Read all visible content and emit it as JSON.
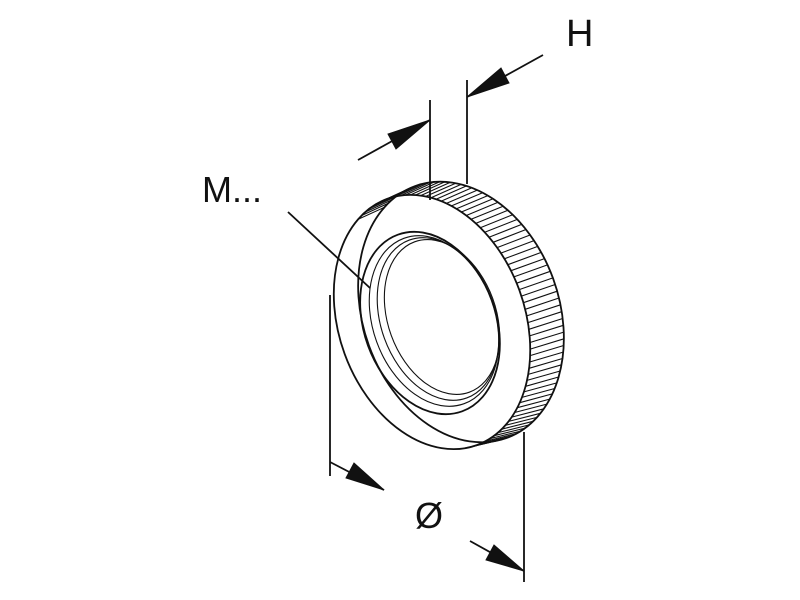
{
  "labels": {
    "height": "H",
    "thread": "M...",
    "diameter": "Ø"
  },
  "colors": {
    "line": "#111111",
    "background": "#ffffff"
  }
}
